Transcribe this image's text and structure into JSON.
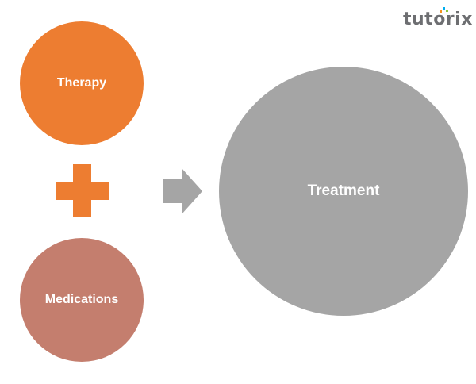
{
  "logo": {
    "text": "tutorix"
  },
  "diagram": {
    "nodes": [
      {
        "id": "therapy",
        "label": "Therapy",
        "color": "#ED7D31"
      },
      {
        "id": "medications",
        "label": "Medications",
        "color": "#C47E6E"
      },
      {
        "id": "treatment",
        "label": "Treatment",
        "color": "#A5A5A5"
      }
    ],
    "operators": [
      {
        "type": "plus-icon",
        "color": "#ED7D31"
      },
      {
        "type": "right-arrow-icon",
        "color": "#A5A5A5"
      }
    ],
    "relation": "Therapy + Medications → Treatment"
  }
}
